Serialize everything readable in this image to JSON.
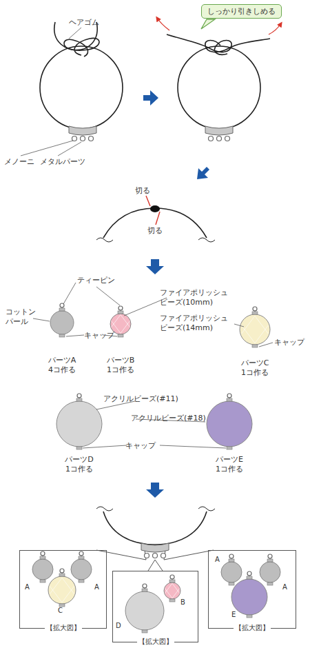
{
  "diagram": {
    "nodes": [
      {
        "text": [
          "しっかり引きしめる"
        ]
      },
      {
        "text": [
          "【拡大図】"
        ]
      },
      {
        "text": [
          "【拡大図】"
        ]
      },
      {
        "text": [
          "【拡大図】"
        ]
      }
    ],
    "labels": [
      "ヘアゴム",
      "メノーニ",
      "メタルパーツ",
      "切る",
      "切る",
      "ティーピン",
      "コットン パール",
      "ファイアポリッシュ ビーズ(10mm)",
      "キャップ",
      "ファイアポリッシュ ビーズ(14mm)",
      "キャップ",
      "パーツA 4コ作る",
      "パーツB 1コ作る",
      "パーツC 1コ作る",
      "アクリルビーズ(#11)",
      "アクリルビーズ(#18)",
      "キャップ",
      "パーツD 1コ作る",
      "パーツE 1コ作る",
      "A",
      "A",
      "C",
      "B",
      "D",
      "A",
      "A",
      "E"
    ]
  }
}
